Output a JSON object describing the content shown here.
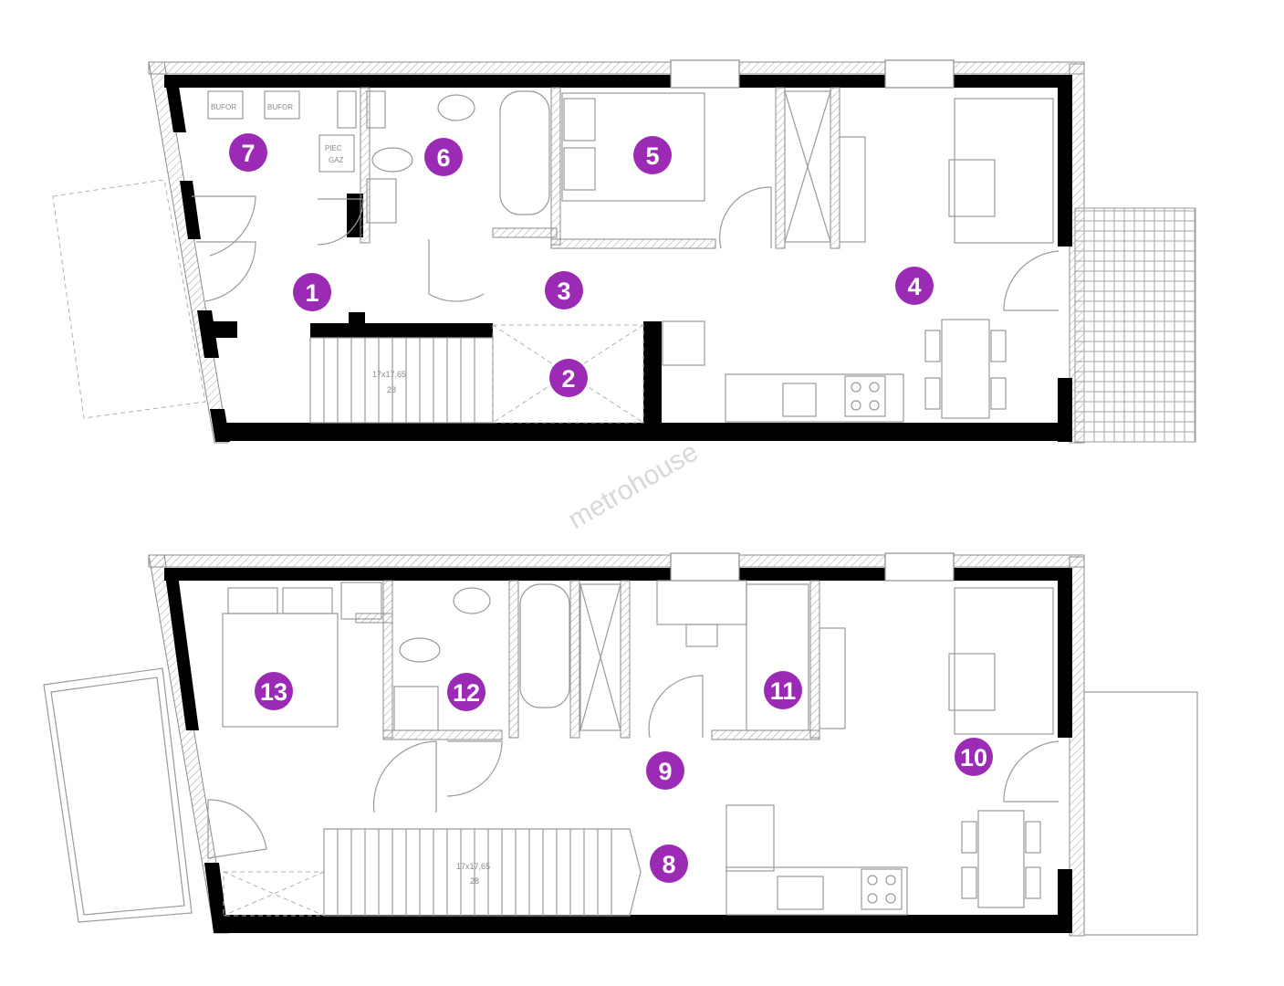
{
  "watermark": "metrohouse",
  "upper_floor": {
    "rooms": [
      "1",
      "2",
      "3",
      "4",
      "5",
      "6",
      "7"
    ],
    "stair_note_line1": "17x17,65",
    "stair_note_line2": "28",
    "bufor_label_1": "BUFOR",
    "bufor_label_2": "BUFOR",
    "pec_label_line1": "PIEC",
    "pec_label_line2": "GAZ"
  },
  "lower_floor": {
    "rooms": [
      "8",
      "9",
      "10",
      "11",
      "12",
      "13"
    ],
    "stair_note_line1": "17x17,65",
    "stair_note_line2": "28"
  },
  "colors": {
    "room_badge": "#9b2bb5",
    "wall": "#000000"
  }
}
